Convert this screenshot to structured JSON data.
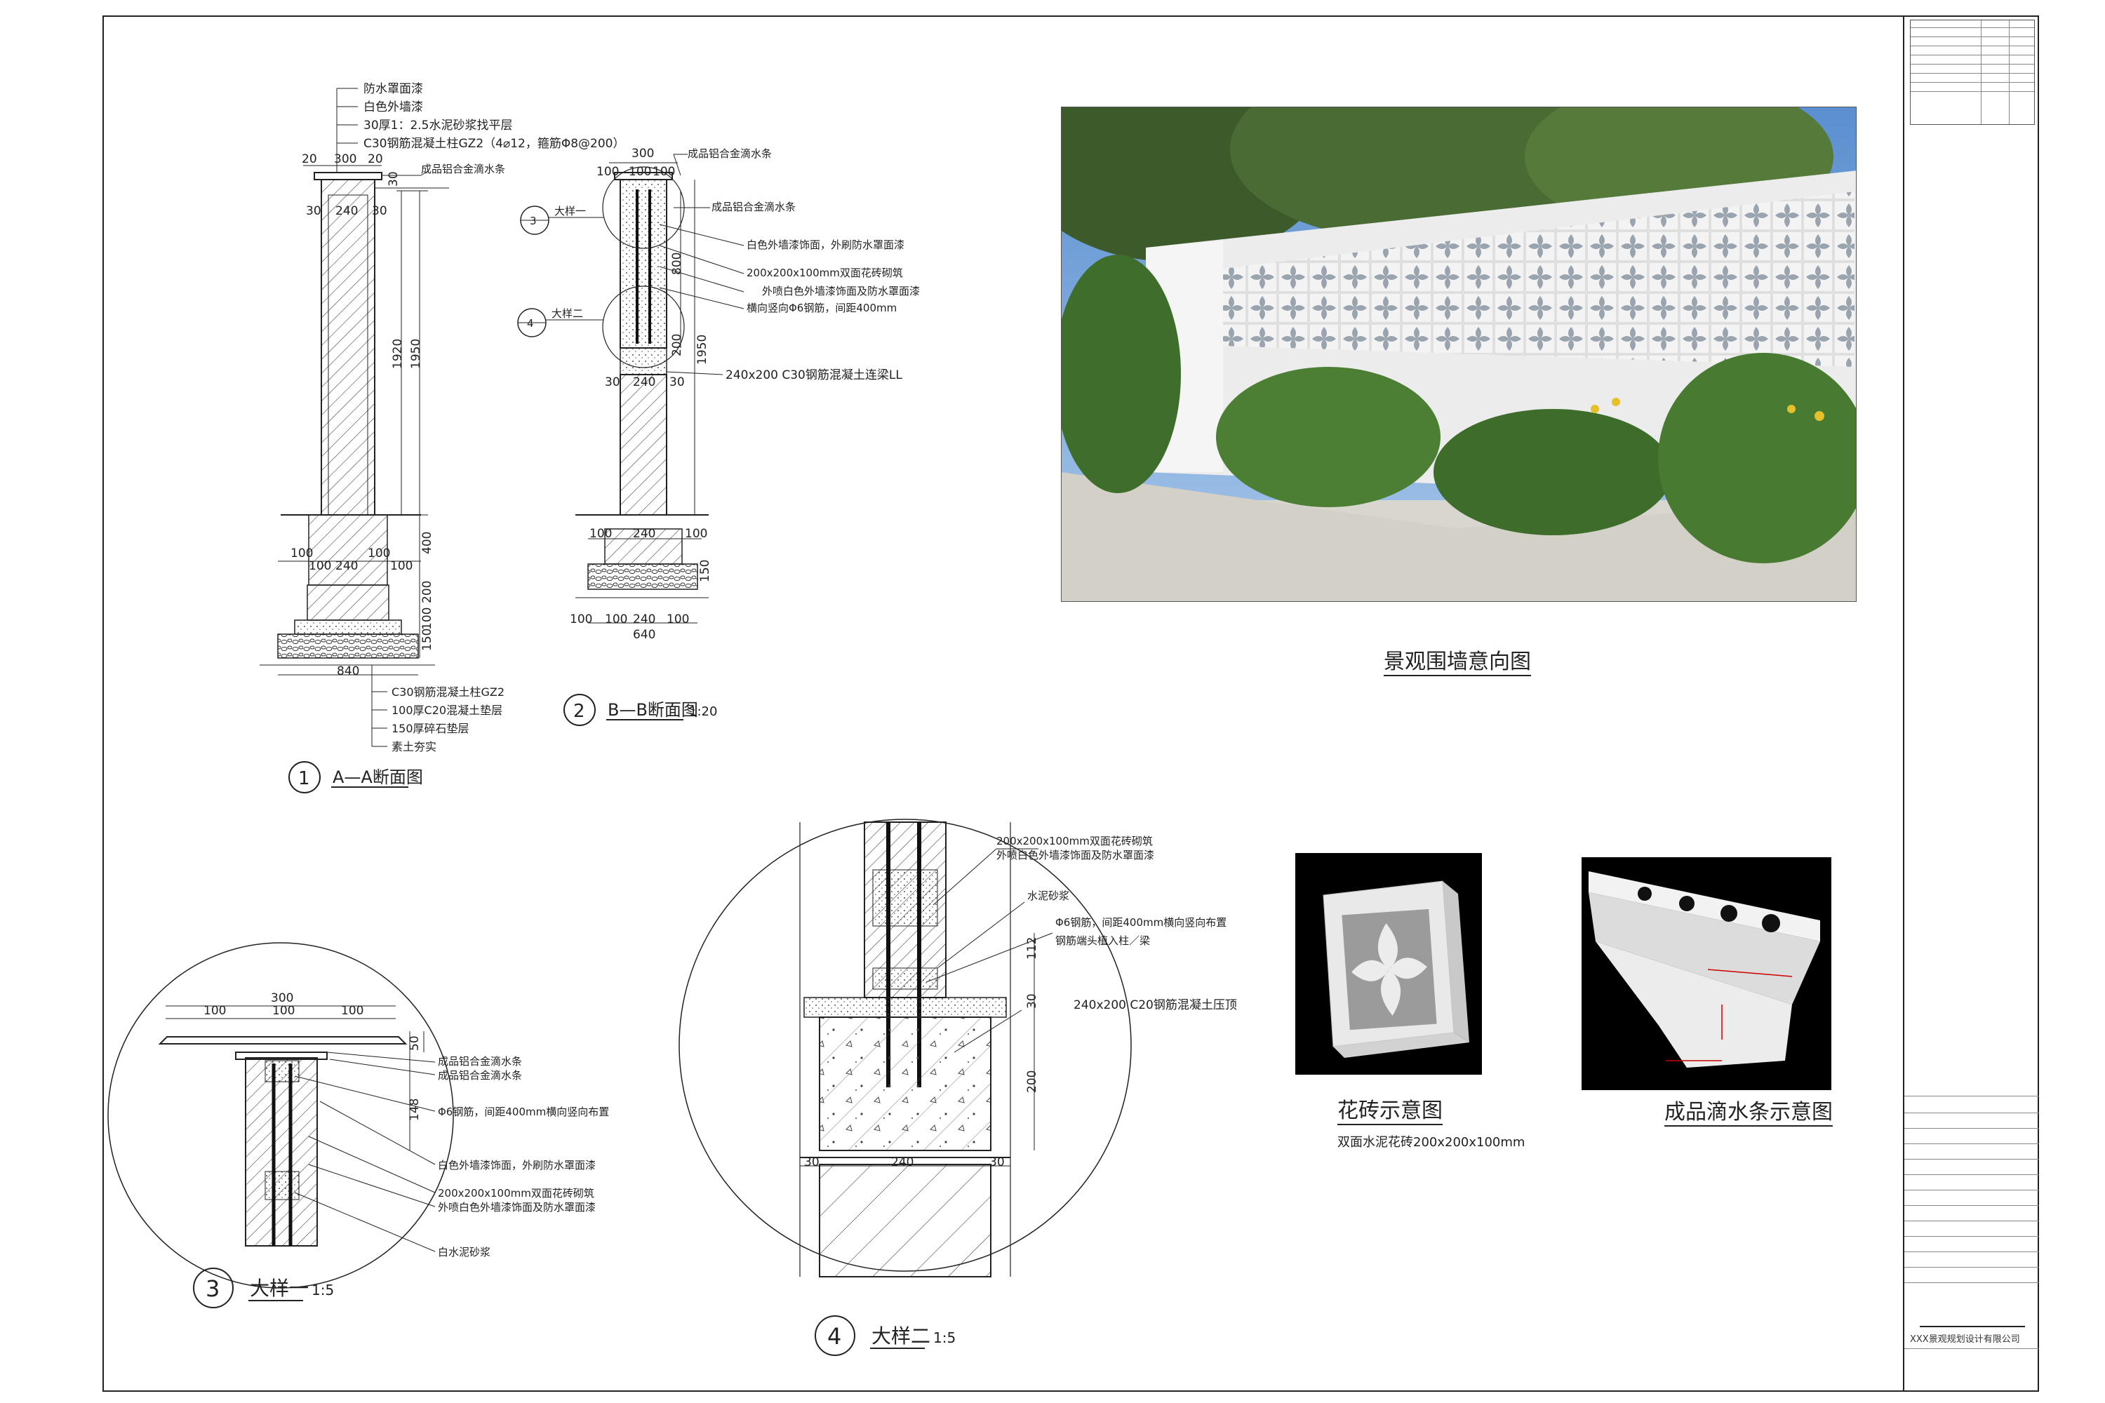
{
  "sheet": {
    "section_aa": {
      "title": "A—A断面图",
      "num": "1",
      "top_labels": [
        "防水罩面漆",
        "白色外墙漆",
        "30厚1：2.5水泥砂浆找平层",
        "C30钢筋混凝土柱GZ2（4⌀12，箍筋Φ8@200）"
      ],
      "cap_label": "成品铝合金滴水条",
      "bottom_labels": [
        "C30钢筋混凝土柱GZ2",
        "100厚C20混凝土垫层",
        "150厚碎石垫层",
        "素土夯实"
      ],
      "dims": {
        "d20": "20",
        "d300": "300",
        "d30": "30",
        "d240": "240",
        "d1920": "1920",
        "d1950": "1950",
        "d100": "100",
        "d400": "400",
        "d200": "200",
        "d150": "150",
        "d840": "840"
      }
    },
    "section_bb": {
      "title": "B—B断面图",
      "num": "2",
      "scale": "1:20",
      "labels": [
        "成品铝合金滴水条",
        "成品铝合金滴水条",
        "白色外墙漆饰面，外刷防水罩面漆",
        "200x200x100mm双面花砖砌筑",
        "外喷白色外墙漆饰面及防水罩面漆",
        "横向竖向Φ6钢筋，间距400mm",
        "240x200 C30钢筋混凝土连梁LL"
      ],
      "callout3": "大样一",
      "callout4": "大样二",
      "c3": "3",
      "c4": "4",
      "dims": {
        "d300": "300",
        "d100": "100",
        "d800": "800",
        "d1950": "1950",
        "d200": "200",
        "d240": "240",
        "d30": "30",
        "d150": "150",
        "d640": "640"
      }
    },
    "detail1": {
      "title": "大样一",
      "num": "3",
      "scale": "1:5",
      "labels": [
        "成品铝合金滴水条",
        "成品铝合金滴水条",
        "Φ6钢筋，间距400mm横向竖向布置",
        "白色外墙漆饰面，外刷防水罩面漆",
        "200x200x100mm双面花砖砌筑",
        "外喷白色外墙漆饰面及防水罩面漆",
        "白水泥砂浆"
      ],
      "dims": {
        "d300": "300",
        "d100": "100",
        "d50": "50",
        "d148": "148"
      }
    },
    "detail2": {
      "title": "大样二",
      "num": "4",
      "scale": "1:5",
      "labels": [
        "200x200x100mm双面花砖砌筑",
        "外喷白色外墙漆饰面及防水罩面漆",
        "水泥砂浆",
        "Φ6钢筋，间距400mm横向竖向布置",
        "钢筋端头植入柱／梁",
        "240x200 C20钢筋混凝土压顶"
      ],
      "dims": {
        "d112": "112",
        "d30": "30",
        "d200": "200",
        "d240": "240"
      }
    },
    "photo_caption": "景观围墙意向图",
    "brick_caption": "花砖示意图",
    "brick_sub": "双面水泥花砖200x200x100mm",
    "drip_caption": "成品滴水条示意图",
    "company": "XXX景观规划设计有限公司"
  }
}
